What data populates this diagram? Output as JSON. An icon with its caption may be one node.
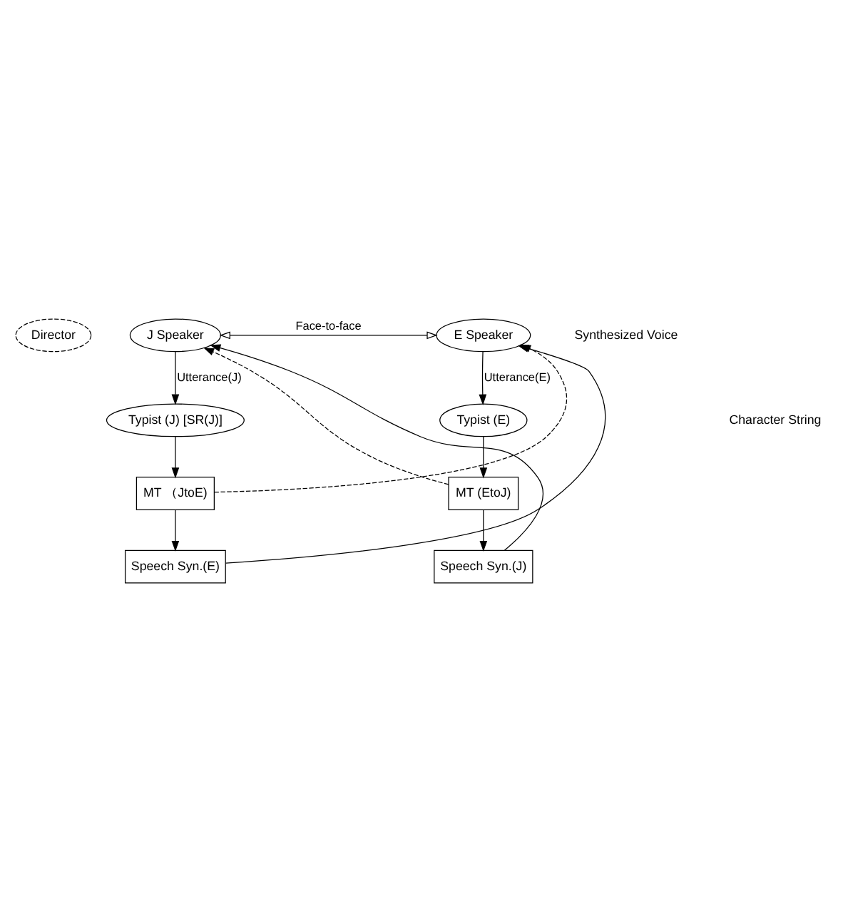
{
  "diagram": {
    "nodes": [
      {
        "text": [
          "Director"
        ]
      },
      {
        "text": [
          "J Speaker"
        ]
      },
      {
        "text": [
          "E Speaker"
        ]
      },
      {
        "text": [
          "Typist (J) [SR(J)]"
        ]
      },
      {
        "text": [
          "Typist (E)"
        ]
      },
      {
        "text": [
          "MT （JtoE)"
        ]
      },
      {
        "text": [
          "MT (EtoJ)"
        ]
      },
      {
        "text": [
          "Speech Syn.(E)"
        ]
      },
      {
        "text": [
          "Speech Syn.(J)"
        ]
      }
    ],
    "edges": [
      {
        "from": 1,
        "to": 2,
        "arrow": "both",
        "label": "Face-to-face"
      },
      {
        "from": 1,
        "to": 3,
        "arrow": "to",
        "label": "Utterance(J)"
      },
      {
        "from": 2,
        "to": 4,
        "arrow": "to",
        "label": "Utterance(E)"
      },
      {
        "from": 3,
        "to": 5,
        "arrow": "to"
      },
      {
        "from": 4,
        "to": 6,
        "arrow": "to"
      },
      {
        "from": 5,
        "to": 7,
        "arrow": "to"
      },
      {
        "from": 6,
        "to": 8,
        "arrow": "to"
      },
      {
        "from": 5,
        "to": 2,
        "arrow": "to",
        "style": "dashed"
      },
      {
        "from": 6,
        "to": 1,
        "arrow": "to",
        "style": "dashed"
      },
      {
        "from": 7,
        "to": 2,
        "arrow": "to"
      },
      {
        "from": 8,
        "to": 1,
        "arrow": "to"
      }
    ],
    "labels": [
      "Synthesized Voice",
      "Character String"
    ]
  }
}
